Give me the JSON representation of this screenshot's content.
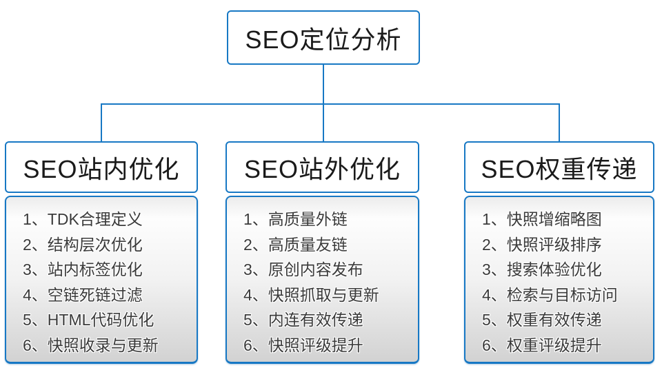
{
  "diagram": {
    "title": "SEO定位分析",
    "columns": [
      {
        "header": "SEO站内优化",
        "items": [
          "1、TDK合理定义",
          "2、结构层次优化",
          "3、站内标签优化",
          "4、空链死链过滤",
          "5、HTML代码优化",
          "6、快照收录与更新"
        ]
      },
      {
        "header": "SEO站外优化",
        "items": [
          "1、高质量外链",
          "2、高质量友链",
          "3、原创内容发布",
          "4、快照抓取与更新",
          "5、内连有效传递",
          "6、快照评级提升"
        ]
      },
      {
        "header": "SEO权重传递",
        "items": [
          "1、快照增缩略图",
          "2、快照评级排序",
          "3、搜索体验优化",
          "4、检索与目标访问",
          "5、权重有效传递",
          "6、权重评级提升"
        ]
      }
    ],
    "colors": {
      "line_blue": "#1778c4",
      "text_dark": "#1a1a1a",
      "body_gradient_top": "#ececec",
      "body_gradient_bottom": "#d2d2d2"
    }
  }
}
